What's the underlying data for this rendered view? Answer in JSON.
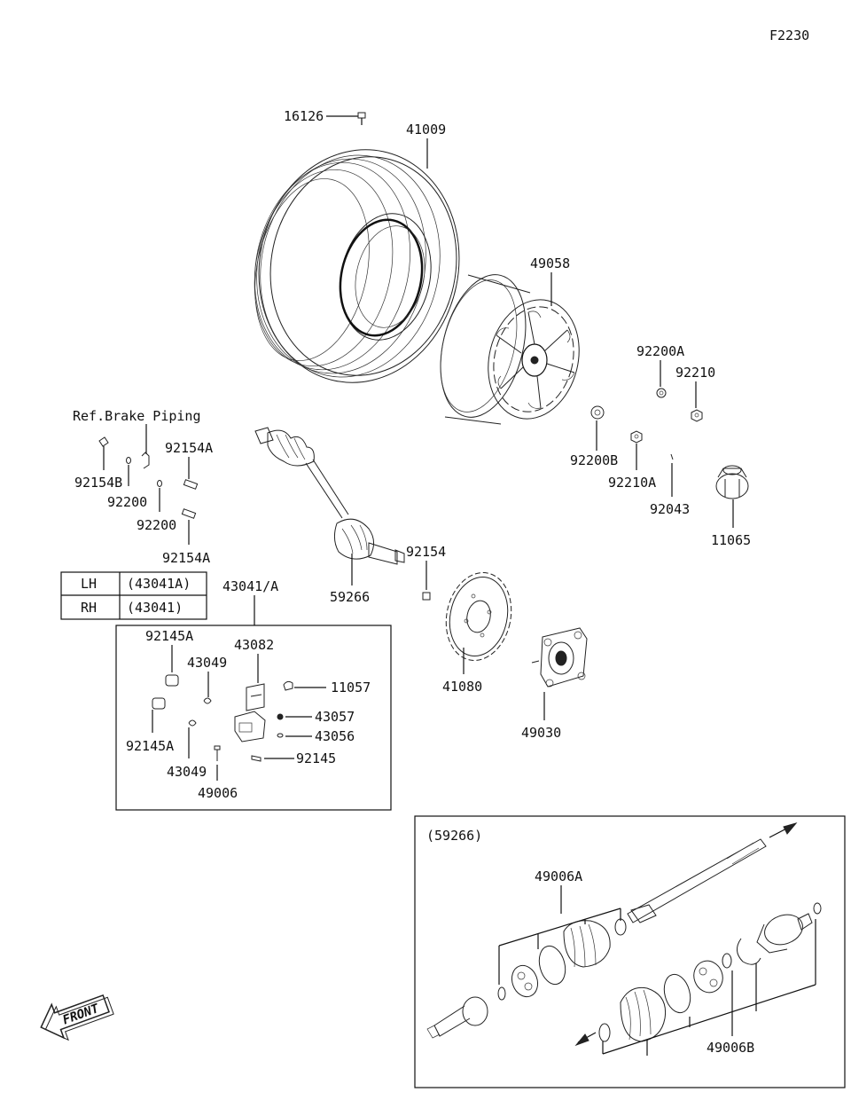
{
  "page_code": "F2230",
  "ref_note": "Ref.Brake Piping",
  "lr_table": {
    "rows": [
      {
        "side": "LH",
        "part": "(43041A)"
      },
      {
        "side": "RH",
        "part": "(43041)"
      }
    ]
  },
  "box_inset_label": "(59266)",
  "front_label": "FRONT",
  "parts": {
    "p16126": "16126",
    "p41009": "41009",
    "p49058": "49058",
    "p92200A": "92200A",
    "p92210": "92210",
    "p92200B": "92200B",
    "p92210A": "92210A",
    "p92043": "92043",
    "p11065": "11065",
    "p92154B": "92154B",
    "p92200a": "92200",
    "p92200b": "92200",
    "p92154Aa": "92154A",
    "p92154Ab": "92154A",
    "p92154": "92154",
    "p59266": "59266",
    "p43041A": "43041/A",
    "p41080": "41080",
    "p49030": "49030",
    "p92145Aa": "92145A",
    "p92145Ab": "92145A",
    "p43049a": "43049",
    "p43049b": "43049",
    "p43082": "43082",
    "p11057": "11057",
    "p43057": "43057",
    "p43056": "43056",
    "p92145": "92145",
    "p49006": "49006",
    "p49006A": "49006A",
    "p49006B": "49006B"
  }
}
